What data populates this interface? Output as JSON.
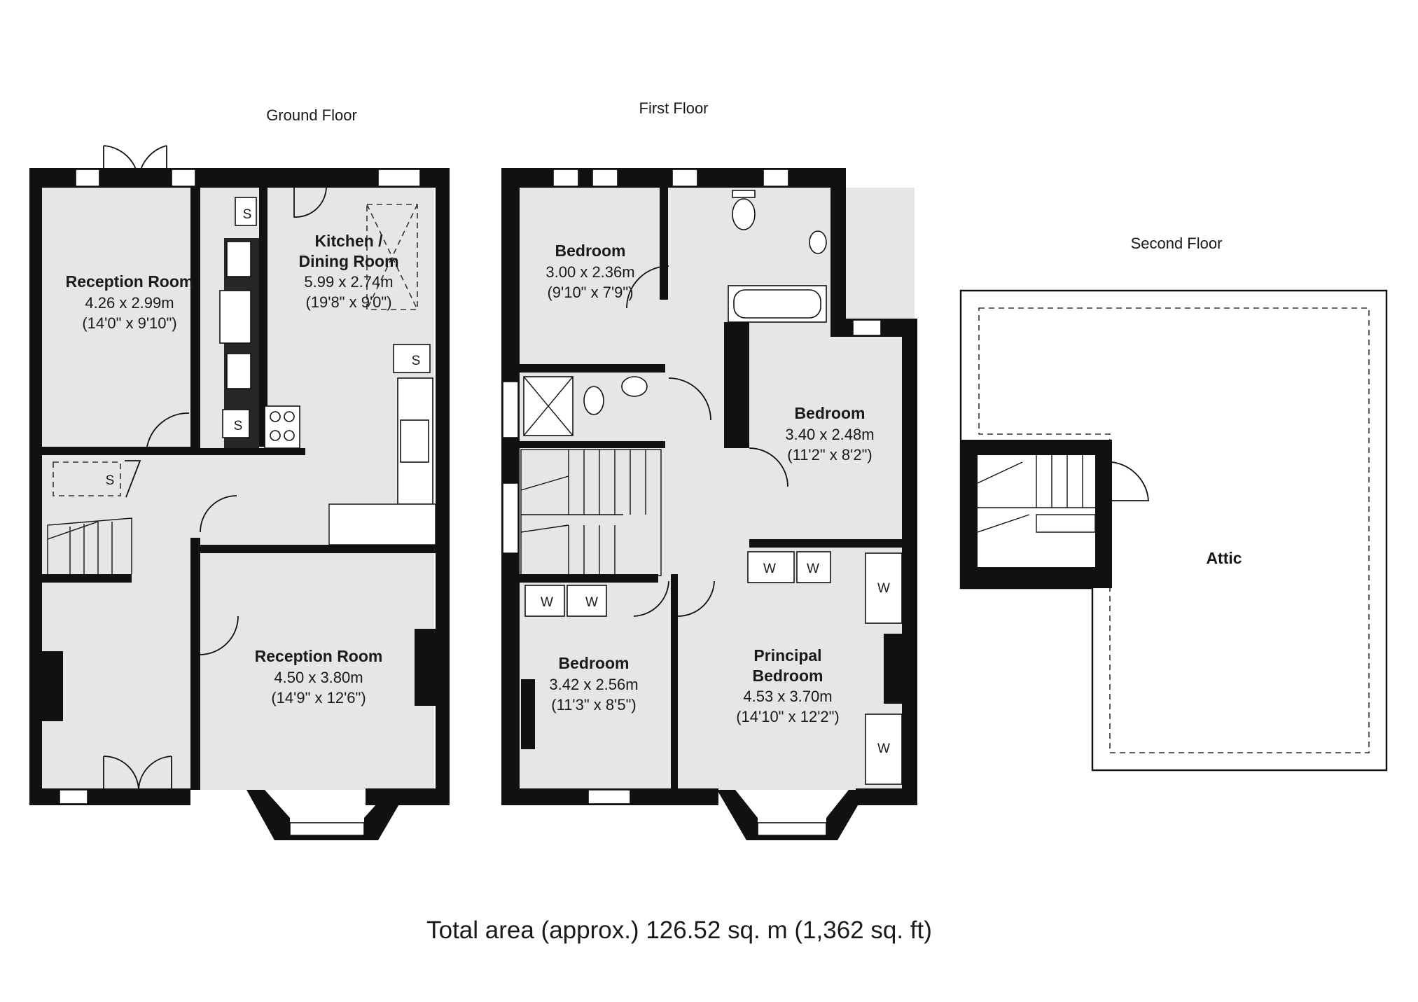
{
  "floors": {
    "ground": {
      "title": "Ground Floor"
    },
    "first": {
      "title": "First Floor"
    },
    "second": {
      "title": "Second Floor"
    }
  },
  "rooms": {
    "reception_back": {
      "name": "Reception Room",
      "metric": "4.26 x 2.99m",
      "imperial": "(14'0\" x 9'10\")"
    },
    "kitchen": {
      "name_line1": "Kitchen /",
      "name_line2": "Dining Room",
      "metric": "5.99 x 2.74m",
      "imperial": "(19'8\" x 9'0\")"
    },
    "reception_front": {
      "name": "Reception Room",
      "metric": "4.50 x 3.80m",
      "imperial": "(14'9\" x 12'6\")"
    },
    "bedroom_rear": {
      "name": "Bedroom",
      "metric": "3.00 x 2.36m",
      "imperial": "(9'10\" x 7'9\")"
    },
    "bedroom_side": {
      "name": "Bedroom",
      "metric": "3.40 x 2.48m",
      "imperial": "(11'2\" x 8'2\")"
    },
    "bedroom_front": {
      "name": "Bedroom",
      "metric": "3.42 x 2.56m",
      "imperial": "(11'3\" x 8'5\")"
    },
    "principal": {
      "name_line1": "Principal",
      "name_line2": "Bedroom",
      "metric": "4.53 x 3.70m",
      "imperial": "(14'10\" x 12'2\")"
    },
    "attic": {
      "name": "Attic"
    }
  },
  "markers": {
    "storage": "S",
    "wardrobe": "W"
  },
  "total_area": "Total area (approx.) 126.52 sq. m (1,362 sq. ft)"
}
